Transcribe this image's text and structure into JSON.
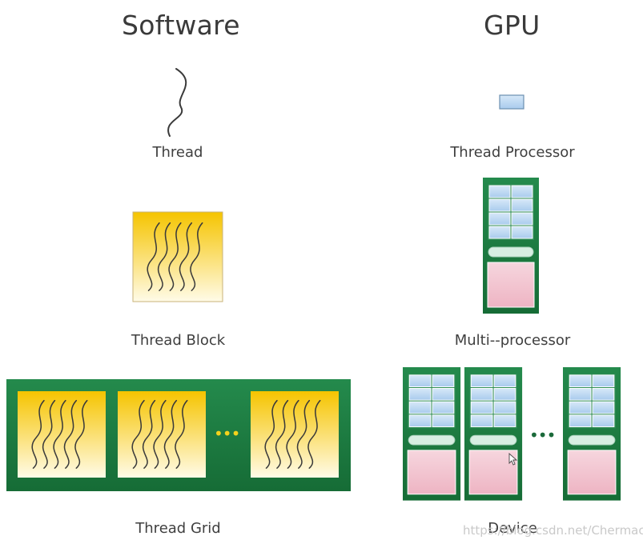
{
  "headings": {
    "software": "Software",
    "gpu": "GPU"
  },
  "labels": {
    "thread": "Thread",
    "thread_block": "Thread Block",
    "thread_grid": "Thread Grid",
    "thread_processor": "Thread Processor",
    "multi_processor": "Multi--processor",
    "device": "Device"
  },
  "ellipsis": "•••",
  "watermark": "https://blog.csdn.net/Chermack",
  "colors": {
    "grid_green": "#1a7a3f",
    "block_gold": "#f7d23a",
    "cell_blue": "#b9d6f1",
    "shared_mem_green": "#cfe8dc",
    "local_mem_pink": "#f2c7d2",
    "ellipsis_yellow": "#f4d21c",
    "ellipsis_dark_green": "#1b6a3a"
  }
}
